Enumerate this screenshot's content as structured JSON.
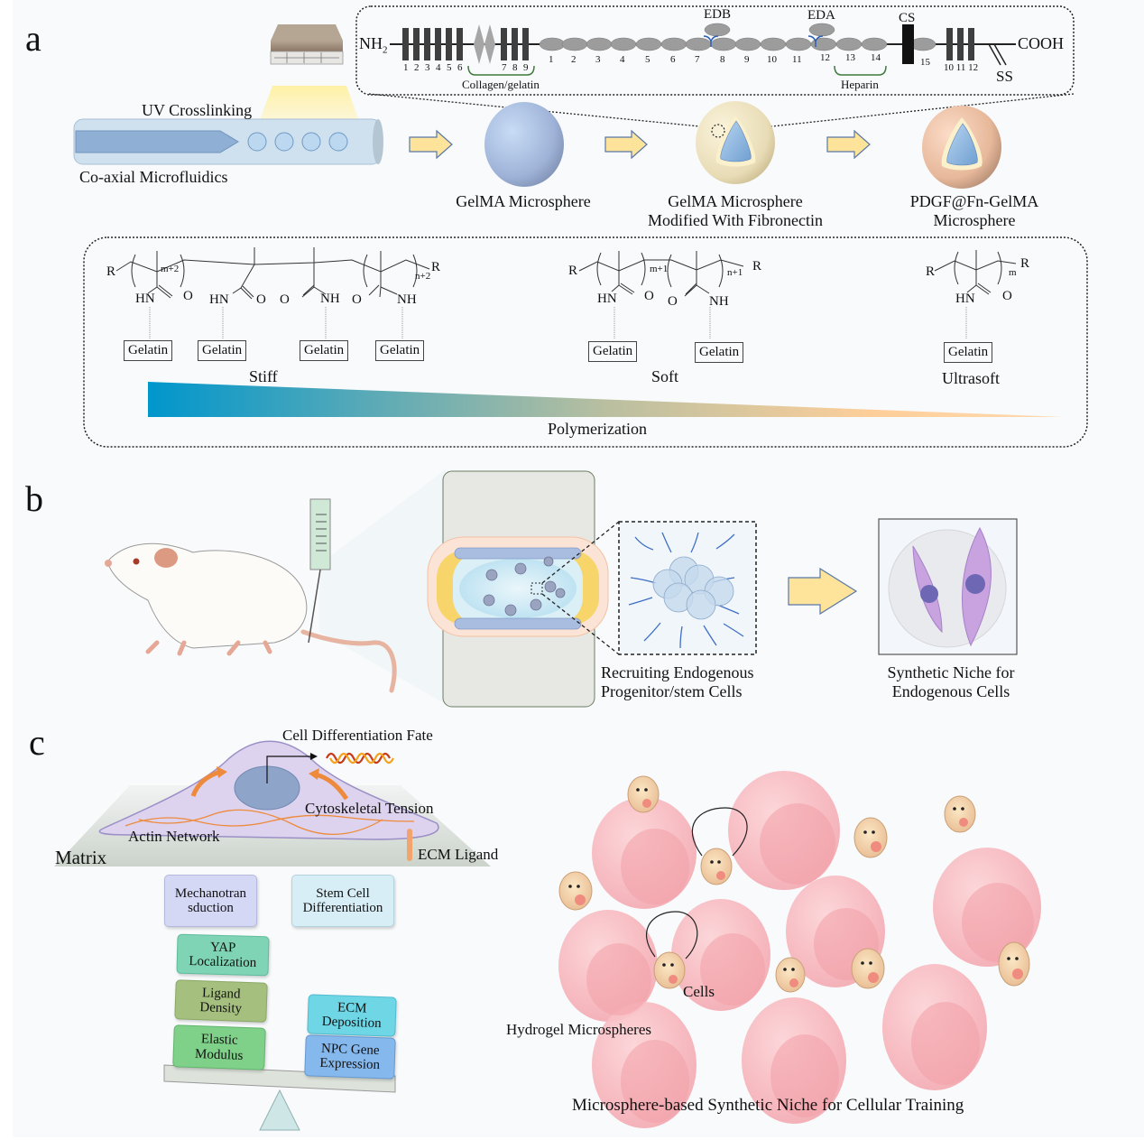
{
  "figure": {
    "panels": [
      "a",
      "b",
      "c"
    ],
    "background": "#f8fafc"
  },
  "panel_a": {
    "letter": "a",
    "fibronectin_domain": {
      "n_terminus": "NH",
      "n_terminus_sub": "2",
      "c_terminus": "COOH",
      "type1_left_numbers": [
        "1",
        "2",
        "3",
        "4",
        "5",
        "6",
        "7",
        "8",
        "9"
      ],
      "type3_numbers": [
        "1",
        "2",
        "3",
        "4",
        "5",
        "6",
        "7",
        "8",
        "9",
        "10",
        "11",
        "12",
        "13",
        "14",
        "15"
      ],
      "type1_right_numbers": "10 11 12",
      "edb_label": "EDB",
      "eda_label": "EDA",
      "cs_label": "CS",
      "ss_label": "SS",
      "collagen_label": "Collagen/gelatin",
      "heparin_label": "Heparin"
    },
    "process": {
      "uv_label": "UV Crosslinking",
      "microfluidics_label": "Co-axial Microfluidics",
      "sphere1_label": "GelMA Microsphere",
      "sphere2_label_line1": "GelMA Microsphere",
      "sphere2_label_line2": "Modified With Fibronectin",
      "sphere3_label_line1": "PDGF@Fn-GelMA",
      "sphere3_label_line2": "Microsphere"
    },
    "polymer": {
      "stiff": {
        "label": "Stiff",
        "sub_left": "m+2",
        "sub_right": "n+2",
        "gelatin_boxes": [
          "Gelatin",
          "Gelatin",
          "Gelatin",
          "Gelatin"
        ]
      },
      "soft": {
        "label": "Soft",
        "sub_left": "m+1",
        "sub_right": "n+1",
        "gelatin_boxes": [
          "Gelatin",
          "Gelatin"
        ]
      },
      "ultrasoft": {
        "label": "Ultrasoft",
        "sub": "m",
        "gelatin_boxes": [
          "Gelatin"
        ]
      },
      "r_group": "R",
      "hn": "HN",
      "nh": "NH",
      "o": "O",
      "gradient_label": "Polymerization",
      "gradient_colors": [
        "#0096cc",
        "#b9bfa0",
        "#ffcf9a"
      ]
    }
  },
  "panel_b": {
    "letter": "b",
    "recruiting_line1": "Recruiting Endogenous",
    "recruiting_line2": "Progenitor/stem Cells",
    "niche_line1": "Synthetic Niche for",
    "niche_line2": "Endogenous Cells"
  },
  "panel_c": {
    "letter": "c",
    "cell_fate": "Cell Differentiation Fate",
    "cytoskeletal": "Cytoskeletal Tension",
    "actin": "Actin Network",
    "matrix": "Matrix",
    "ecm_ligand": "ECM Ligand",
    "boxes": {
      "mechano_line1": "Mechanotran",
      "mechano_line2": "sduction",
      "stem_line1": "Stem Cell",
      "stem_line2": "Differentiation",
      "yap_line1": "YAP",
      "yap_line2": "Localization",
      "ligand_line1": "Ligand",
      "ligand_line2": "Density",
      "elastic_line1": "Elastic",
      "elastic_line2": "Modulus",
      "ecm_line1": "ECM",
      "ecm_line2": "Deposition",
      "npc_line1": "NPC Gene",
      "npc_line2": "Expression"
    },
    "cells_label": "Cells",
    "hydrogel_label": "Hydrogel Microspheres",
    "niche_caption": "Microsphere-based Synthetic Niche for Cellular Training"
  }
}
